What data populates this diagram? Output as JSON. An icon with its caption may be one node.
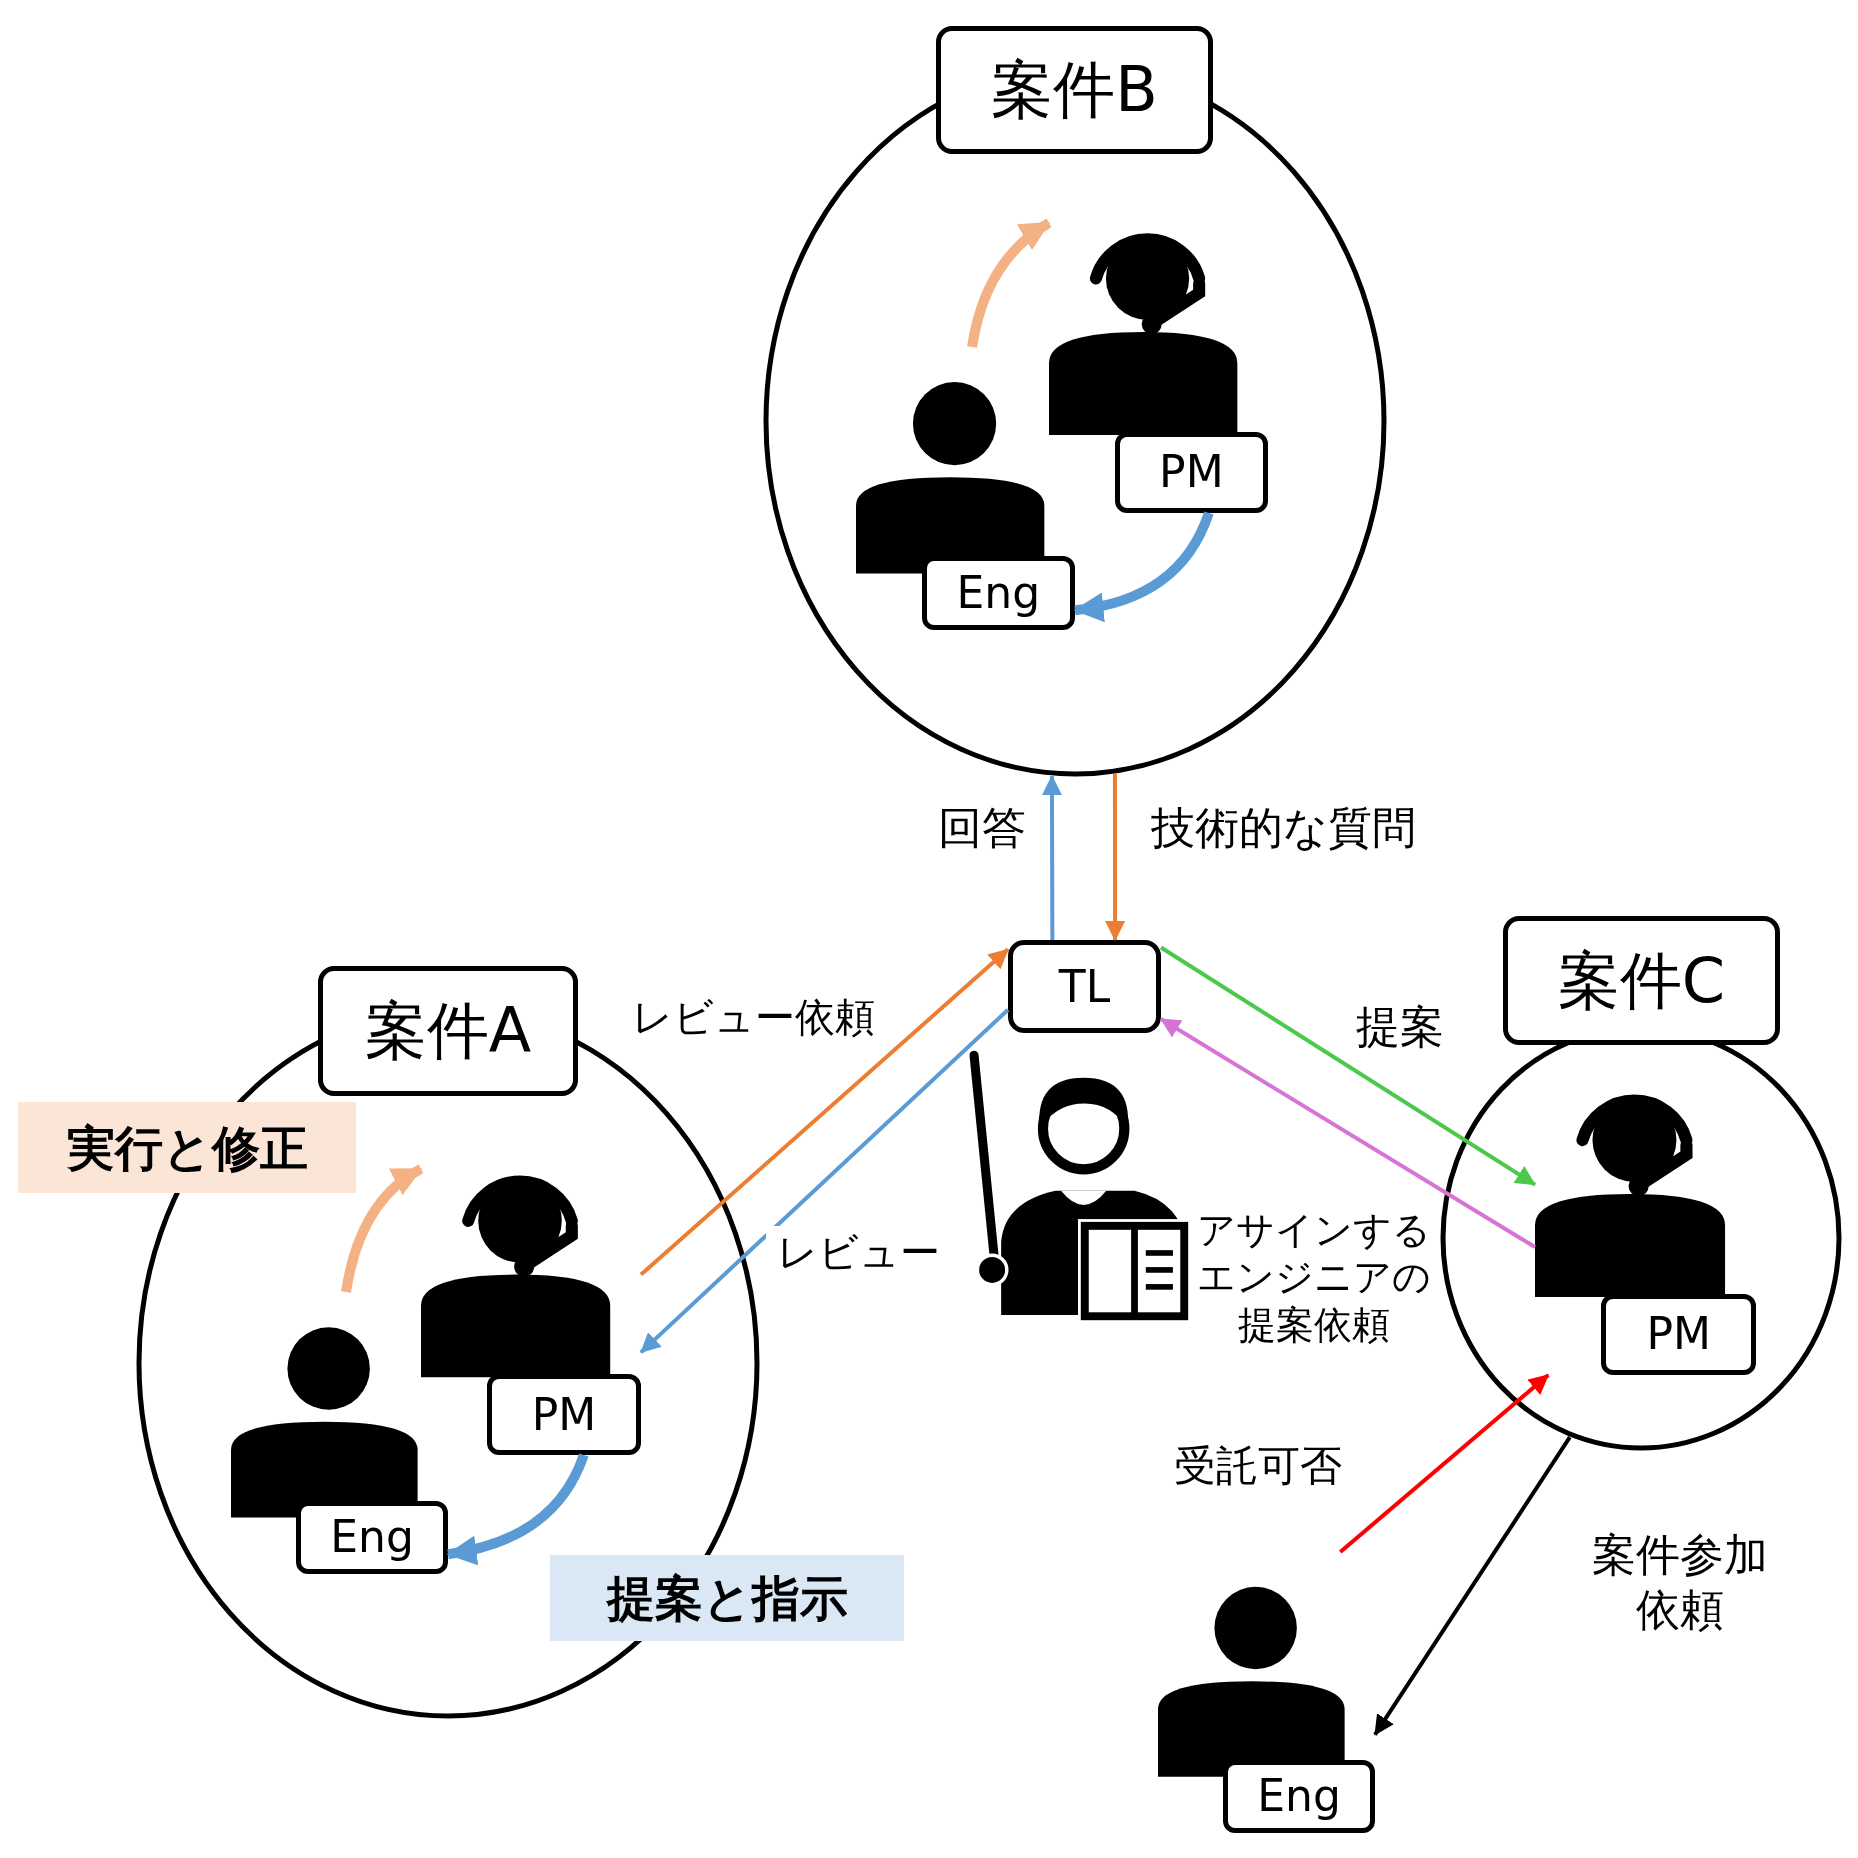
{
  "diagram": {
    "nodes": [
      {
        "text": [],
        "shape": "circle"
      },
      {
        "text": [
          "案件A"
        ]
      },
      {
        "text": [
          "PM"
        ],
        "in": 0
      },
      {
        "text": [
          "Eng"
        ],
        "in": 0
      },
      {
        "text": [],
        "shape": "circle"
      },
      {
        "text": [
          "案件B"
        ]
      },
      {
        "text": [
          "PM"
        ],
        "in": 4
      },
      {
        "text": [
          "Eng"
        ],
        "in": 4
      },
      {
        "text": [],
        "shape": "circle"
      },
      {
        "text": [
          "案件C"
        ]
      },
      {
        "text": [
          "PM"
        ],
        "in": 8
      },
      {
        "text": [
          "TL"
        ]
      },
      {
        "text": [
          "Eng"
        ]
      },
      {
        "text": [
          "実行と修正"
        ]
      },
      {
        "text": [
          "提案と指示"
        ]
      }
    ],
    "edges": [
      {
        "from": 3,
        "to": 2,
        "arrow": "to",
        "style": "thick",
        "color": "#f4b183"
      },
      {
        "from": 2,
        "to": 3,
        "arrow": "to",
        "style": "thick",
        "color": "#5b9bd5"
      },
      {
        "from": 7,
        "to": 6,
        "arrow": "to",
        "style": "thick",
        "color": "#f4b183"
      },
      {
        "from": 6,
        "to": 7,
        "arrow": "to",
        "style": "thick",
        "color": "#5b9bd5"
      },
      {
        "from": 11,
        "to": 4,
        "arrow": "to",
        "label": "回答",
        "color": "#5b9bd5"
      },
      {
        "from": 4,
        "to": 11,
        "arrow": "to",
        "label": "技術的な質問",
        "color": "#ed7d31"
      },
      {
        "from": 2,
        "to": 11,
        "arrow": "to",
        "label": "レビュー依頼",
        "color": "#ed7d31"
      },
      {
        "from": 11,
        "to": 2,
        "arrow": "to",
        "label": "レビュー",
        "color": "#5b9bd5"
      },
      {
        "from": 11,
        "to": 10,
        "arrow": "to",
        "label": "提案",
        "color": "#4cc94c"
      },
      {
        "from": 10,
        "to": 11,
        "arrow": "to",
        "label": "アサインするエンジニアの提案依頼",
        "color": "#d674d6"
      },
      {
        "from": 12,
        "to": 10,
        "arrow": "to",
        "label": "受託可否",
        "color": "#ff0000"
      },
      {
        "from": 8,
        "to": 12,
        "arrow": "to",
        "label": "案件参加依頼",
        "color": "#000000"
      }
    ]
  }
}
